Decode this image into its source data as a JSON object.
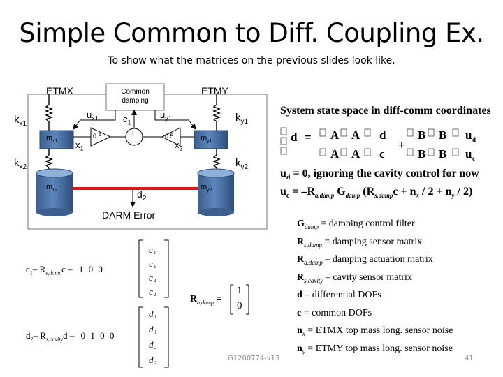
{
  "slide": {
    "title": "Simple Common to Diff. Coupling Ex.",
    "subtitle": "To show what the matrices on the previous slides look like.",
    "footer_id": "G1200774-v13",
    "page_number": "41"
  },
  "diagram": {
    "etmx_label": "ETMX",
    "etmy_label": "ETMY",
    "common_damping_line1": "Common",
    "common_damping_line2": "damping",
    "kx1": "k",
    "kx1_sub": "x1",
    "kx2": "k",
    "kx2_sub": "x2",
    "ky1": "k",
    "ky1_sub": "y1",
    "ky2": "k",
    "ky2_sub": "y2",
    "mx1": "m",
    "mx1_sub": "x1",
    "mx2": "m",
    "mx2_sub": "x2",
    "my1": "m",
    "my1_sub": "y1",
    "my2": "m",
    "my2_sub": "y2",
    "ux1": "u",
    "ux1_sub": "x1",
    "uy1": "u",
    "uy1_sub": "y1",
    "c1": "c",
    "c1_sub": "1",
    "x1": "x",
    "x1_sub": "1",
    "x2": "x",
    "x2_sub": "2",
    "gain_left": "0.5",
    "gain_right": "0.5",
    "sum_sign": "+",
    "d2": "d",
    "d2_sub": "2",
    "darm_error": "DARM Error"
  },
  "equations": {
    "state_space_header": "System state space in diff-comm coordinates",
    "ud_line": "ignoring the cavity control for now",
    "uc_lhs": "u",
    "c1_eq_lhs": "c",
    "c1_eq_mid": "– R",
    "c1_eq_sub": "s,damp",
    "c1_eq_rhs": "c –",
    "c1_row": "1   0   0",
    "d2_eq_lhs": "d",
    "d2_eq_mid": "– R",
    "d2_eq_sub": "s,cavity",
    "d2_eq_rhs": "d –",
    "d2_row": "0   1   0   0",
    "ra_damp_label": "R",
    "ra_damp_sub": "a,damp",
    "ra_damp_vec_top": "1",
    "ra_damp_vec_bot": "0"
  },
  "legend": [
    {
      "sym": "G",
      "sub": "damp",
      "text": " =  damping control filter"
    },
    {
      "sym": "R",
      "sub": "s,damp",
      "text": " =  damping sensor matrix"
    },
    {
      "sym": "R",
      "sub": "a,damp",
      "text": " –  damping actuation matrix"
    },
    {
      "sym": "R",
      "sub": "s,cavity",
      "text": " –  cavity sensor matrix"
    },
    {
      "sym": "d",
      "sub": "",
      "text": " –  differential DOFs"
    },
    {
      "sym": "c",
      "sub": "",
      "text": " =  common DOFs"
    },
    {
      "sym": "n",
      "sub": "x",
      "text": " =  ETMX top mass long. sensor noise"
    },
    {
      "sym": "n",
      "sub": "y",
      "text": " =  ETMY top mass long. sensor noise"
    }
  ],
  "colors": {
    "box_border": "#8c8c8c",
    "mass_fill": "#4f76a8",
    "mass_dark": "#2b4a73",
    "darm_line": "#e0151b",
    "footer": "#888888"
  }
}
